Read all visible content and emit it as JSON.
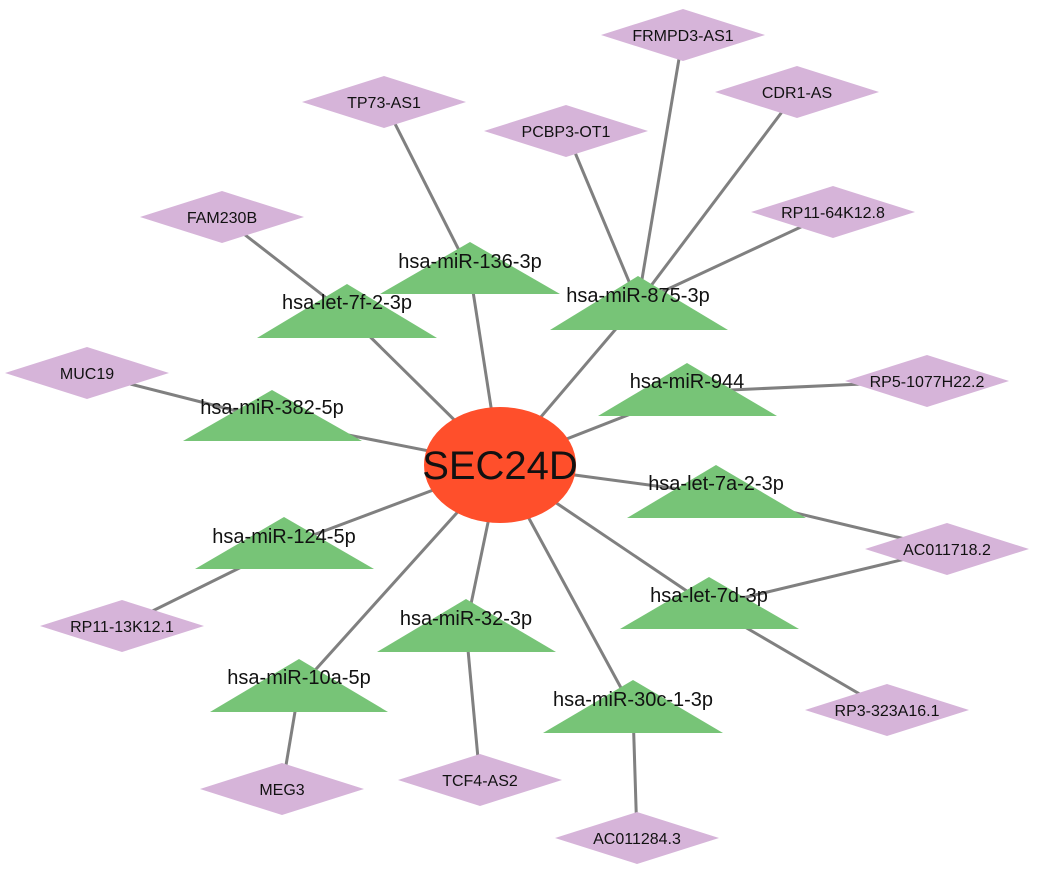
{
  "colors": {
    "hub": "#FF4F2B",
    "mirna": "#77C477",
    "lncrna": "#D6B4D9",
    "edge": "#808080"
  },
  "hub": {
    "label": "SEC24D"
  },
  "mirnas": [
    {
      "id": "m136",
      "label": "hsa-miR-136-3p"
    },
    {
      "id": "m875",
      "label": "hsa-miR-875-3p"
    },
    {
      "id": "let7f",
      "label": "hsa-let-7f-2-3p"
    },
    {
      "id": "m382",
      "label": "hsa-miR-382-5p"
    },
    {
      "id": "m944",
      "label": "hsa-miR-944"
    },
    {
      "id": "let7a",
      "label": "hsa-let-7a-2-3p"
    },
    {
      "id": "m124",
      "label": "hsa-miR-124-5p"
    },
    {
      "id": "let7d",
      "label": "hsa-let-7d-3p"
    },
    {
      "id": "m32",
      "label": "hsa-miR-32-3p"
    },
    {
      "id": "m10a",
      "label": "hsa-miR-10a-5p"
    },
    {
      "id": "m30c",
      "label": "hsa-miR-30c-1-3p"
    }
  ],
  "lncrnas": [
    {
      "id": "frmpd3",
      "label": "FRMPD3-AS1"
    },
    {
      "id": "cdr1",
      "label": "CDR1-AS"
    },
    {
      "id": "tp73",
      "label": "TP73-AS1"
    },
    {
      "id": "pcbp3",
      "label": "PCBP3-OT1"
    },
    {
      "id": "rp11_64",
      "label": "RP11-64K12.8"
    },
    {
      "id": "fam230b",
      "label": "FAM230B"
    },
    {
      "id": "muc19",
      "label": "MUC19"
    },
    {
      "id": "rp5",
      "label": "RP5-1077H22.2"
    },
    {
      "id": "ac011718",
      "label": "AC011718.2"
    },
    {
      "id": "rp11_13",
      "label": "RP11-13K12.1"
    },
    {
      "id": "rp3",
      "label": "RP3-323A16.1"
    },
    {
      "id": "meg3",
      "label": "MEG3"
    },
    {
      "id": "tcf4",
      "label": "TCF4-AS2"
    },
    {
      "id": "ac011284",
      "label": "AC011284.3"
    }
  ],
  "edges": [
    [
      "hub",
      "m136"
    ],
    [
      "hub",
      "m875"
    ],
    [
      "hub",
      "let7f"
    ],
    [
      "hub",
      "m382"
    ],
    [
      "hub",
      "m944"
    ],
    [
      "hub",
      "let7a"
    ],
    [
      "hub",
      "m124"
    ],
    [
      "hub",
      "let7d"
    ],
    [
      "hub",
      "m32"
    ],
    [
      "hub",
      "m10a"
    ],
    [
      "hub",
      "m30c"
    ],
    [
      "m136",
      "tp73"
    ],
    [
      "m875",
      "pcbp3"
    ],
    [
      "m875",
      "frmpd3"
    ],
    [
      "m875",
      "cdr1"
    ],
    [
      "m875",
      "rp11_64"
    ],
    [
      "let7f",
      "fam230b"
    ],
    [
      "m382",
      "muc19"
    ],
    [
      "m944",
      "rp5"
    ],
    [
      "let7a",
      "ac011718"
    ],
    [
      "let7d",
      "ac011718"
    ],
    [
      "let7d",
      "rp3"
    ],
    [
      "m124",
      "rp11_13"
    ],
    [
      "m10a",
      "meg3"
    ],
    [
      "m32",
      "tcf4"
    ],
    [
      "m30c",
      "ac011284"
    ]
  ]
}
